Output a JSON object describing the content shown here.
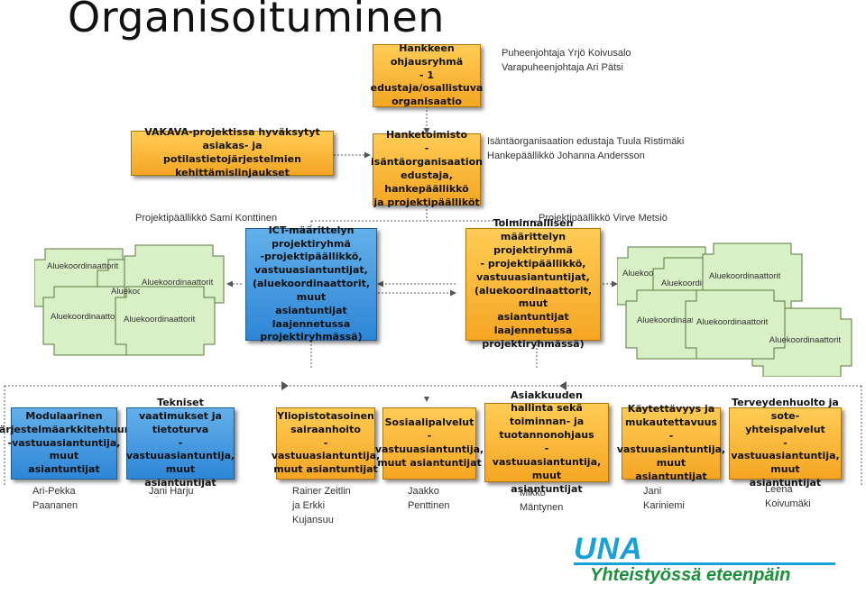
{
  "title": "Organisoituminen",
  "boxes": {
    "steering": "Hankkeen ohjausryhmä\n- 1 edustaja/osallistuva\norganisaatio",
    "vakava": "VAKAVA-projektissa hyväksytyt asiakas- ja\npotilastietojärjestelmien kehittämislinjaukset",
    "hanketoimisto": "Hanketoimisto\n-isäntäorganisaation\nedustaja, hankepäällikkö\nja projektipäälliköt",
    "ict": "ICT-määrittelyn\nprojektiryhmä\n-projektipäällikkö,\nvastuuasiantuntijat,\n(aluekoordinaattorit, muut\nasiantuntijat laajennetussa\nprojektiryhmässä)",
    "func": "Toiminnallisen määrittelyn\nprojektiryhmä\n- projektipäällikkö,\nvastuuasiantuntijat,\n(aluekoordinaattorit, muut\nasiantuntijat laajennetussa\nprojektiryhmässä)",
    "sub1": "Modulaarinen\njärjestelmäarkkitehtuuri\n-vastuuasiantuntija, muut\nasiantuntijat",
    "sub2": "Tekniset vaatimukset ja\ntietoturva\n-vastuuasiantuntija, muut\nasiantuntijat",
    "sub3": "Yliopistotasoinen\nsairaanhoito\n-vastuuasiantuntija,\nmuut asiantuntijat",
    "sub4": "Sosiaalipalvelut\n-vastuuasiantuntija,\nmuut asiantuntijat",
    "sub5": "Asiakkuuden hallinta sekä\ntoiminnan- ja\ntuotannonohjaus\n-vastuuasiantuntija, muut\nasiantuntijat",
    "sub6": "Käytettävyys ja\nmukautettavuus\n-vastuuasiantuntija, muut\nasiantuntijat",
    "sub7": "Terveydenhuolto ja sote-\nyhteispalvelut\n-vastuuasiantuntija, muut\nasiantuntijat"
  },
  "notes": {
    "chairs": "Puheenjohtaja Yrjö Koivusalo\nVarapuheenjohtaja Ari Pätsi",
    "host": "Isäntäorganisaation edustaja Tuula Ristimäki\nHankepäällikkö Johanna Andersson",
    "pm_left": "Projektipäällikkö Sami Konttinen",
    "pm_right": "Projektipäällikkö Virve Metsiö"
  },
  "coordinators": {
    "left_a": "Aluekoordinaattorit",
    "left_b": "Aluekoordinaattorit",
    "left_c": "Aluekoordinaattorit",
    "left_d": "Aluekoordinaattorit",
    "left_e": "Aluekoordinaattorit",
    "right_a": "Aluekoordinaattorit",
    "right_b": "Aluekoordinaattorit",
    "right_c": "Aluekoordinaattorit",
    "right_d": "Aluekoordinaattorit",
    "right_e": "Aluekoordinaattorit",
    "right_f": "Aluekoordinaattorit"
  },
  "names": {
    "n1": "Ari-Pekka\nPaananen",
    "n2": "Jani Harju",
    "n3": "Rainer Zeitlin\nja Erkki\nKujansuu",
    "n4": "Jaakko\nPenttinen",
    "n5": "Mikko\nMäntynen",
    "n6": "Jani\nKariniemi",
    "n7": "Leena\nKoivumäki"
  },
  "logo": {
    "main": "UNA",
    "sub": "Yhteistyössä eteenpäin"
  },
  "colors": {
    "orange": "#f5a623",
    "blue": "#2e86d6",
    "green": "#7fb81d",
    "teal": "#15979d",
    "coordinator_fill": "#d9efc6",
    "logo_blue": "#18a0d8",
    "logo_green": "#1b8f3a"
  }
}
